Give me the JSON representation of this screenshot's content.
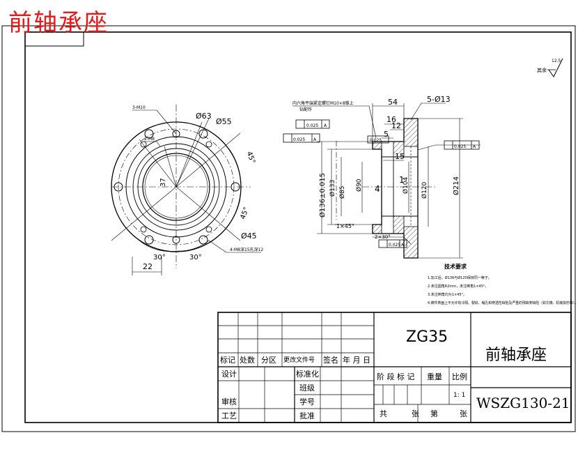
{
  "overlay_title": "前轴承座",
  "roughness": {
    "value": "12.5",
    "label": "其余"
  },
  "front_view": {
    "d_63": "Ø63",
    "d_55": "Ø55",
    "d_45": "Ø45",
    "angle_45a": "45°",
    "angle_45b": "45°",
    "angle_30a": "30°",
    "angle_30b": "30°",
    "dim_22": "22",
    "dim_37": "37",
    "hole_note_1": "3-M10",
    "hole_note_2": "2-M8",
    "hole_note_3": "4-M8深15孔深12"
  },
  "section_view": {
    "dim_54": "54",
    "dim_16": "16",
    "dim_12": "12",
    "dim_5": "5",
    "dim_15": "15",
    "holes_13": "5-Ø13",
    "d_136": "Ø136±0.015",
    "d_133": "Ø133",
    "d_85": "Ø85",
    "d_90": "Ø90",
    "d_104": "Ø104",
    "d_120": "Ø120",
    "d_214": "Ø214",
    "chamfer_1": "1×45°",
    "chamfer_2": "2×30°",
    "dim_4": "4",
    "dim_1": "1",
    "tol_1": "0.025",
    "tol_2": "0.025",
    "tol_3": "0.025",
    "tol_4": "0.025",
    "tol_5": "0.025",
    "ref_a": "A",
    "note_top": "内六角平端紧定螺钉M10×8锥上",
    "note_top2": "钻配作"
  },
  "tech_req": {
    "title": "技术要求",
    "items": [
      "1.加工后，Ø136与Ø120保持同一等于。",
      "2.未注圆角R2mm，未注倒角1×45°。",
      "3.未注倒角均为1×45°。",
      "4.铸件表面上不允许有冷隔、裂纹、缩孔和穿透性缺陷及严重的残缺类缺陷（如欠铸、机械损伤等）。"
    ]
  },
  "title_block": {
    "material": "ZG35",
    "part_name": "前轴承座",
    "drawing_no": "WSZG130-21",
    "hdr_mark": "标记",
    "hdr_count": "处数",
    "hdr_zone": "分区",
    "hdr_doc": "更改文件号",
    "hdr_sign": "签名",
    "hdr_date": "年 月 日",
    "design": "设计",
    "standardize": "标准化",
    "class": "班级",
    "review": "审核",
    "student_no": "学号",
    "process": "工艺",
    "approve": "批准",
    "stage": "阶 段 标 记",
    "weight": "重量",
    "scale": "比例",
    "scale_val": "1: 1",
    "total": "共",
    "sheets": "张",
    "page": "第",
    "page_sheets": "张"
  }
}
